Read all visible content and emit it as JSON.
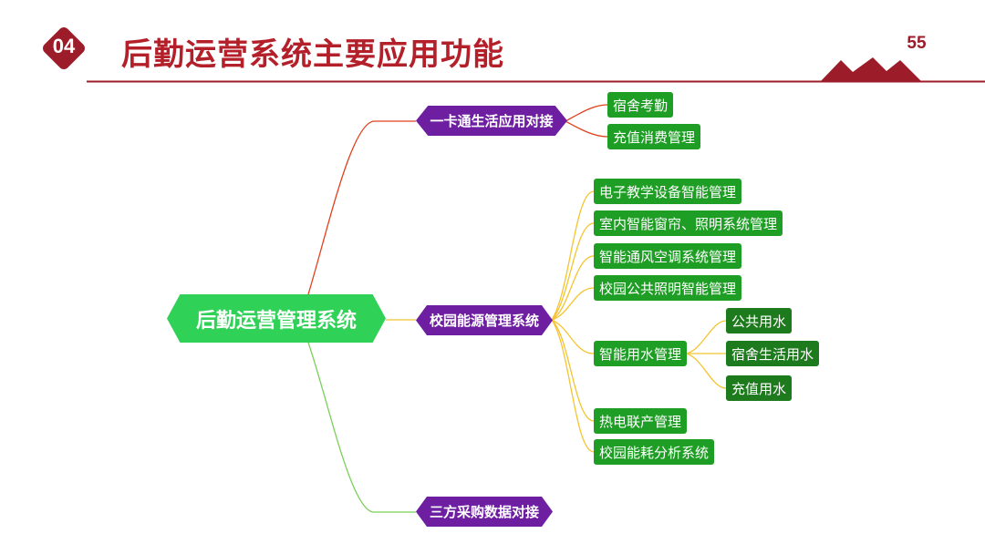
{
  "header": {
    "section_number": "04",
    "title": "后勤运营系统主要应用功能",
    "page_number": "55"
  },
  "colors": {
    "accent": "#b4202a",
    "root": "#2fd157",
    "branch": "#6e1fa1",
    "leaf": "#1f9e25",
    "leaf_dark": "#1d7a1d",
    "line_top": "#e0401c",
    "line_mid": "#f4c430",
    "line_bottom": "#7ccf5a"
  },
  "mindmap": {
    "root": "后勤运营管理系统",
    "branches": [
      {
        "label": "一卡通生活应用对接",
        "children": [
          {
            "label": "宿舍考勤"
          },
          {
            "label": "充值消费管理"
          }
        ]
      },
      {
        "label": "校园能源管理系统",
        "children": [
          {
            "label": "电子教学设备智能管理"
          },
          {
            "label": "室内智能窗帘、照明系统管理"
          },
          {
            "label": "智能通风空调系统管理"
          },
          {
            "label": "校园公共照明智能管理"
          },
          {
            "label": "智能用水管理",
            "children": [
              {
                "label": "公共用水"
              },
              {
                "label": "宿舍生活用水"
              },
              {
                "label": "充值用水"
              }
            ]
          },
          {
            "label": "热电联产管理"
          },
          {
            "label": "校园能耗分析系统"
          }
        ]
      },
      {
        "label": "三方采购数据对接",
        "children": []
      }
    ]
  }
}
